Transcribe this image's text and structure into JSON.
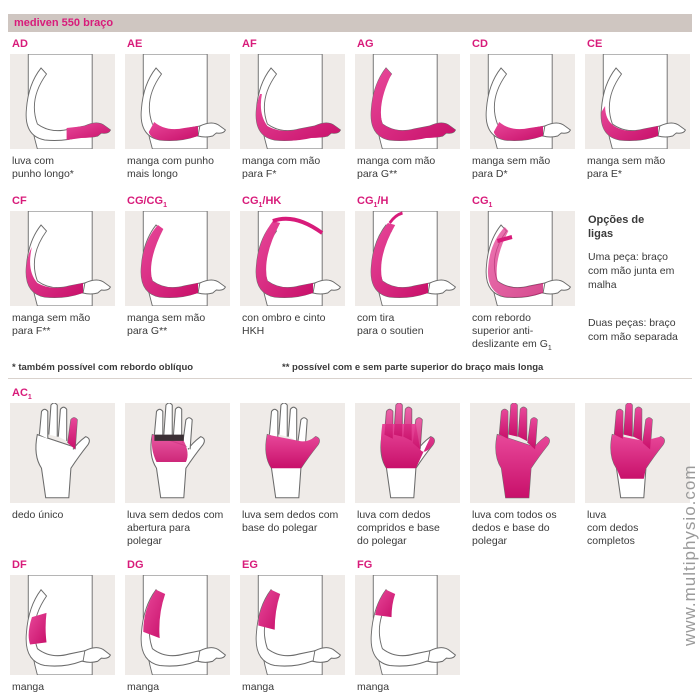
{
  "title": "mediven 550 braço",
  "arm_row1": [
    {
      "code": "AD",
      "caption": "luva com\npunho longo*",
      "variant": "glove-long"
    },
    {
      "code": "AE",
      "caption": "manga com punho\nmais longo",
      "variant": "sleeve-cuff"
    },
    {
      "code": "AF",
      "caption": "manga com mão\npara F*",
      "variant": "hand-to-F"
    },
    {
      "code": "AG",
      "caption": "manga com mão\npara G**",
      "variant": "hand-to-G"
    },
    {
      "code": "CD",
      "caption": "manga sem mão\npara D*",
      "variant": "sleeve-D"
    },
    {
      "code": "CE",
      "caption": "manga sem mão\npara E*",
      "variant": "sleeve-E"
    }
  ],
  "arm_row2": [
    {
      "code": "CF",
      "caption": "manga sem mão\npara F**",
      "variant": "sleeve-F"
    },
    {
      "code": "CG/CG",
      "sub": "1",
      "caption": "manga sem mão\npara G**",
      "variant": "sleeve-G"
    },
    {
      "code": "CG/HK",
      "sub_mid": "1",
      "caption": "con ombro e cinto\nHKH",
      "variant": "shoulder-belt"
    },
    {
      "code": "CG/H",
      "sub_mid": "1",
      "caption": "com tira\npara o soutien",
      "variant": "strap"
    },
    {
      "code": "CG",
      "sub": "1",
      "caption": "com rebordo\nsuperior anti-\ndeslizante em G",
      "caption_sub": "1",
      "variant": "grip-top"
    }
  ],
  "options": {
    "title": "Opções de\nligas",
    "item1": "Uma peça: braço\ncom mão junta em\nmalha",
    "item2": "Duas peças: braço\ncom mão separada"
  },
  "notes": {
    "left": "* também possível com rebordo oblíquo",
    "right": "** possível com e sem parte superior do braço mais longa"
  },
  "hand_code": {
    "code": "AC",
    "sub": "1"
  },
  "hand_row": [
    {
      "caption": "dedo único",
      "variant": "single"
    },
    {
      "caption": "luva sem dedos com\nabertura para\npolegar",
      "variant": "fingerless-open"
    },
    {
      "caption": "luva sem dedos com\nbase do polegar",
      "variant": "fingerless-base"
    },
    {
      "caption": "luva com dedos\ncompridos e base\ndo polegar",
      "variant": "long-fingers"
    },
    {
      "caption": "luva com todos os\ndedos e base do\npolegar",
      "variant": "all-fingers"
    },
    {
      "caption": "luva\ncom dedos\ncompletos",
      "variant": "complete"
    }
  ],
  "arm_row3": [
    {
      "code": "DF",
      "caption": "manga",
      "variant": "upper-DF"
    },
    {
      "code": "DG",
      "caption": "manga",
      "variant": "upper-DG"
    },
    {
      "code": "EG",
      "caption": "manga",
      "variant": "upper-EG"
    },
    {
      "code": "FG",
      "caption": "manga",
      "variant": "upper-FG"
    }
  ],
  "watermark": "www.multiphysio.com",
  "colors": {
    "accent": "#d81b7a",
    "tile": "#efebe8",
    "header": "#cfc6c1",
    "text": "#3a3a3a"
  }
}
